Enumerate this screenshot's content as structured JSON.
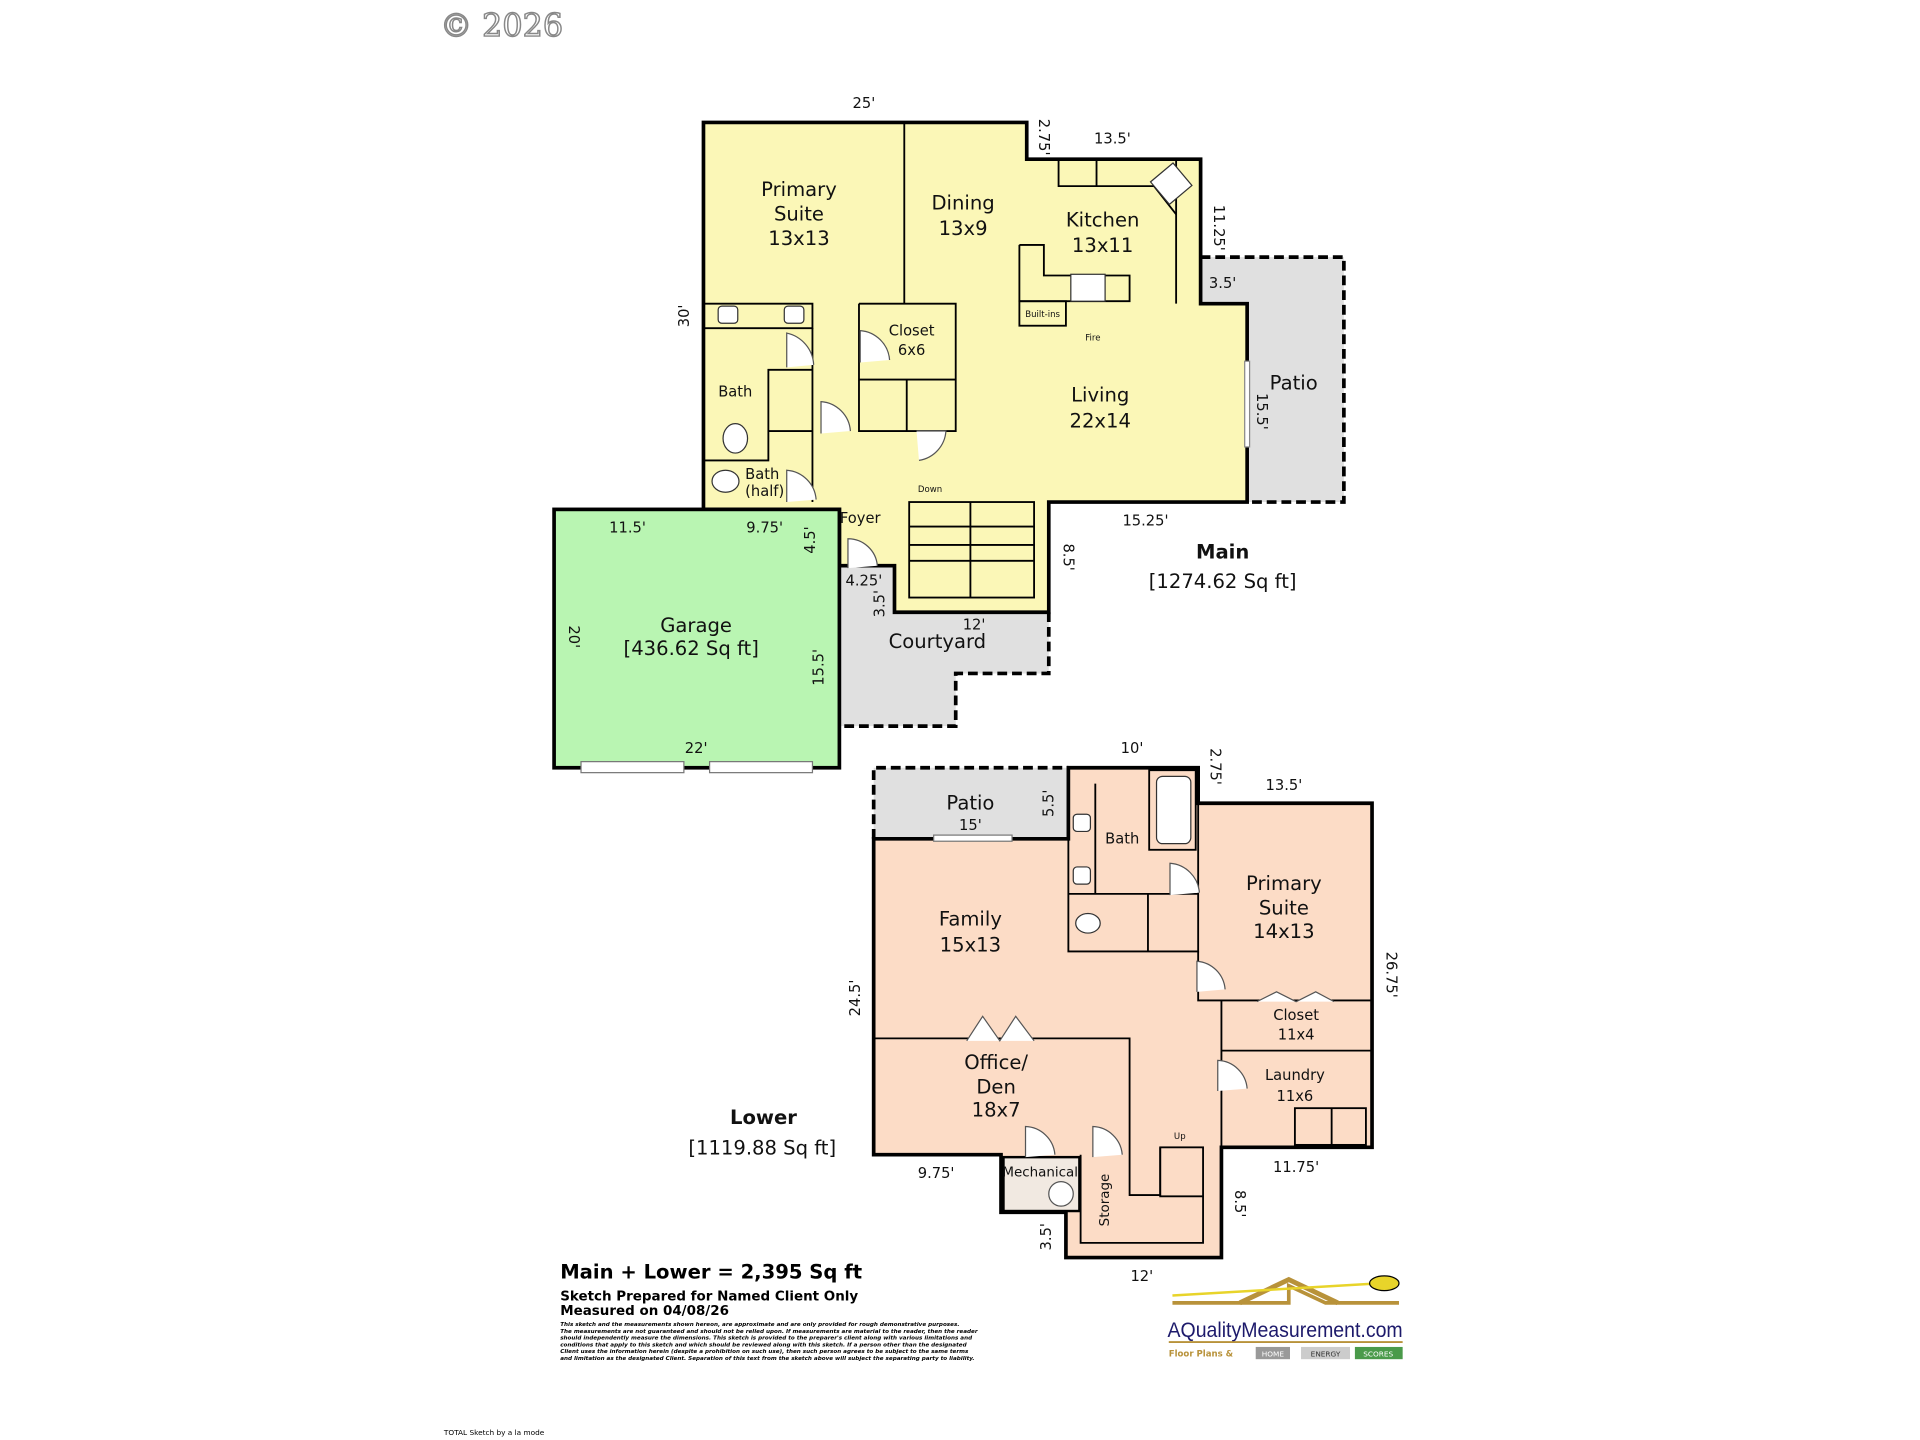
{
  "copyright": "© 2026",
  "colors": {
    "main_fill": "#fbf7b7",
    "garage_fill": "#b9f5b2",
    "lower_fill": "#fcdcc6",
    "outdoor_fill": "#e0e0e0",
    "logo_navy": "#1d1a6b",
    "logo_gold": "#b8923a"
  },
  "main": {
    "label": "Main",
    "area": "[1274.62 Sq ft]",
    "rooms": {
      "primary_suite": [
        "Primary",
        "Suite",
        "13x13"
      ],
      "dining": [
        "Dining",
        "13x9"
      ],
      "kitchen": [
        "Kitchen",
        "13x11"
      ],
      "closet": [
        "Closet",
        "6x6"
      ],
      "living": [
        "Living",
        "22x14"
      ],
      "bath": "Bath",
      "half_bath": [
        "Bath",
        "(half)"
      ],
      "foyer": "Foyer",
      "patio": "Patio",
      "builtins": "Built-ins",
      "fire": "Fire",
      "down": "Down"
    },
    "dims": {
      "top": "25'",
      "step": "2.75'",
      "kitchen_top": "13.5'",
      "kitchen_right": "11.25'",
      "patio_step": "3.5'",
      "left": "30'",
      "patio_right": "15.5'",
      "bottom": "15.25'",
      "stairs_right": "8.5'",
      "foyer_side": "4.5'",
      "foyer_bottom": "4.25'",
      "court_step": "3.5'",
      "stairs_bottom": "12'"
    }
  },
  "garage": {
    "label": "Garage",
    "area": "[436.62 Sq ft]",
    "dims": {
      "top_left": "11.5'",
      "top_right": "9.75'",
      "left": "20'",
      "right": "15.5'",
      "bottom": "22'"
    }
  },
  "courtyard": {
    "label": "Courtyard"
  },
  "lower": {
    "label": "Lower",
    "area": "[1119.88 Sq ft]",
    "rooms": {
      "patio": "Patio",
      "bath": "Bath",
      "family": [
        "Family",
        "15x13"
      ],
      "primary_suite": [
        "Primary",
        "Suite",
        "14x13"
      ],
      "closet": [
        "Closet",
        "11x4"
      ],
      "laundry": [
        "Laundry",
        "11x6"
      ],
      "office": [
        "Office/",
        "Den",
        "18x7"
      ],
      "mechanical": "Mechanical",
      "storage": "Storage",
      "up": "Up"
    },
    "dims": {
      "top": "10'",
      "step": "2.75'",
      "suite_top": "13.5'",
      "patio_side": "5.5'",
      "patio_bottom": "15'",
      "left": "24.5'",
      "right": "26.75'",
      "bottom_left": "9.75'",
      "bottom_right": "11.75'",
      "stairs_right": "8.5'",
      "mech_side": "3.5'",
      "bottom": "12'"
    }
  },
  "summary": {
    "total": "Main + Lower = 2,395 Sq ft",
    "prepared": "Sketch Prepared for Named Client Only",
    "measured": "Measured on 04/08/26",
    "disclaimer": [
      "This sketch and the measurements shown hereon, are approximate and are only provided for rough demonstrative purposes.",
      "The measurements are not guaranteed and should not be relied upon.  If measurements are material to the reader, then the reader",
      "should independently measure the dimensions.  This sketch is provided to the preparer's client along with various limitations and",
      "conditions that apply to this sketch and which should be reviewed along with this sketch.  If a person other than the designated",
      "Client uses the information herein (despite a prohibition on such use), then such person agrees to be subject to the same terms",
      "and limitation as the designated Client.  Separation of this text from the sketch above will subject the separating party to liability."
    ]
  },
  "logo": {
    "name": "AQualityMeasurement.com",
    "tagline_a": "Floor Plans &",
    "tagline_b": [
      "HOME",
      "ENERGY",
      "SCORES"
    ]
  },
  "footer": "TOTAL Sketch by a la mode"
}
